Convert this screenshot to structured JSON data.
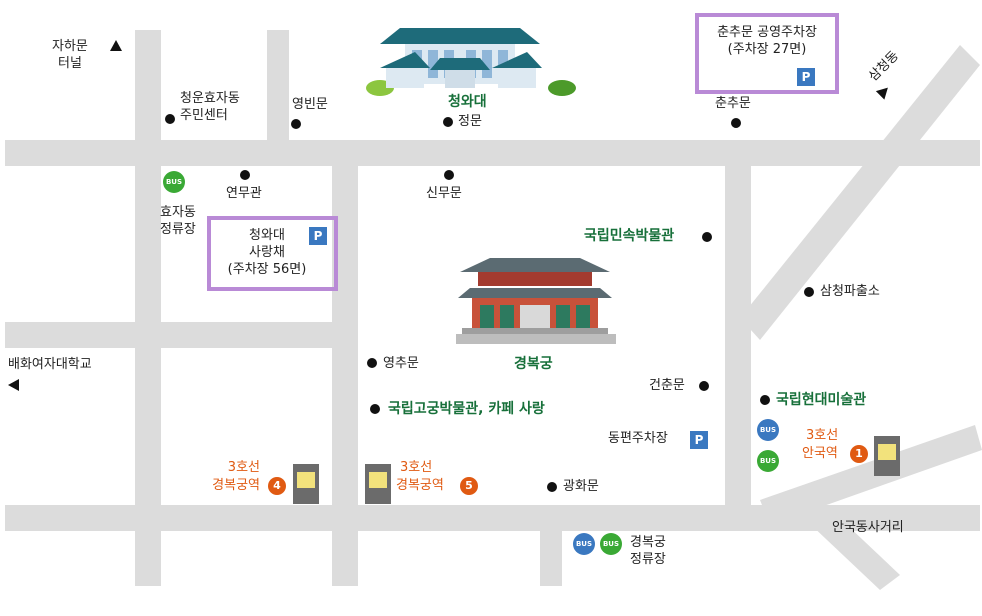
{
  "map": {
    "directions": {
      "jahamun_tunnel": "자하문\n터널",
      "samcheong_dong": "삼청동",
      "baehwa_univ": "배화여자대학교",
      "anguk_intersection": "안국동사거리"
    },
    "landmarks": {
      "cheongwadae": "청와대",
      "gyeongbokgung": "경복궁",
      "folk_museum": "국립민속박물관",
      "palace_museum": "국립고궁박물관, 카페 사랑",
      "mmca": "국립현대미술관"
    },
    "places": {
      "community_center": "청운효자동\n주민센터",
      "yeongbinmun": "영빈문",
      "jeongmun": "정문",
      "chunchumun": "춘추문",
      "yeonmugwan": "연무관",
      "sinmumun": "신무문",
      "yeongchumun": "영추문",
      "geonchunmun": "건춘문",
      "police_box": "삼청파출소",
      "gwanghwamun": "광화문",
      "dongpyeon_parking": "동편주차장"
    },
    "parking": {
      "chunchumun_lot": "춘추문 공영주차장\n(주차장 27면)",
      "sarangchae_lot": "청와대\n사랑채\n(주차장 56면)",
      "p_symbol": "P"
    },
    "bus_stops": {
      "hyojadong": "효자동\n정류장",
      "gyeongbokgung": "경복궁\n정류장",
      "bus_symbol": "BUS"
    },
    "subway": [
      {
        "line": "3호선",
        "station": "경복궁역",
        "exit": "4"
      },
      {
        "line": "3호선",
        "station": "경복궁역",
        "exit": "5"
      },
      {
        "line": "3호선",
        "station": "안국역",
        "exit": "1"
      }
    ],
    "colors": {
      "road": "#dcdcdc",
      "parking_border": "#b98ad6",
      "landmark_text": "#17703a",
      "subway_text": "#e05a12",
      "bus_green": "#3aa935",
      "bus_blue": "#3a78c0",
      "parking_icon": "#3a78c0"
    }
  }
}
